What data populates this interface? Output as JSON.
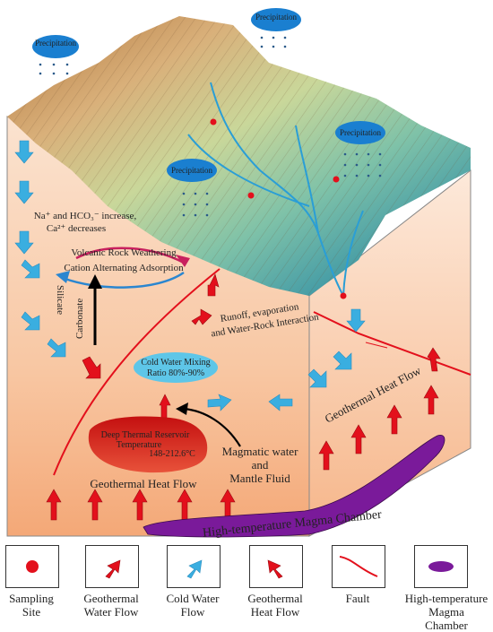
{
  "precipitation": [
    "Precipitation",
    "Precipitation",
    "Precipitation",
    "Precipitation"
  ],
  "labels": {
    "ion_change_line1": "Na⁺ and HCO₃⁻ increase,",
    "ion_change_line2": "Ca²⁺ decreases",
    "weathering": "Volcanic Rock Weathering",
    "adsorption": "Cation Alternating Adsorption",
    "carbonate": "Carbonate",
    "silicate": "Silicate",
    "runoff_line1": "Runoff, evaporation",
    "runoff_line2": "and Water-Rock Interaction",
    "mixing_line1": "Cold Water Mixing",
    "mixing_line2": "Ratio 80%-90%",
    "reservoir_line1": "Deep Thermal Reservoir",
    "reservoir_line2": "Temperature",
    "reservoir_line3": "148-212.6°C",
    "magmatic_line1": "Magmatic water",
    "magmatic_line2": "and",
    "magmatic_line3": "Mantle Fluid",
    "heat_flow_left": "Geothermal Heat Flow",
    "heat_flow_right": "Geothermal Heat Flow",
    "magma_chamber": "High-temperature  Magma Chamber"
  },
  "legend": [
    {
      "icon": "sampling-site-icon",
      "line1": "Sampling",
      "line2": "Site",
      "line3": ""
    },
    {
      "icon": "geothermal-water-flow-icon",
      "line1": "Geothermal",
      "line2": "Water Flow",
      "line3": ""
    },
    {
      "icon": "cold-water-flow-icon",
      "line1": "Cold Water",
      "line2": "Flow",
      "line3": ""
    },
    {
      "icon": "geothermal-heat-flow-icon",
      "line1": "Geothermal",
      "line2": "Heat Flow",
      "line3": ""
    },
    {
      "icon": "fault-icon",
      "line1": "Fault",
      "line2": "",
      "line3": ""
    },
    {
      "icon": "magma-chamber-icon",
      "line1": "High-temperature",
      "line2": "Magma",
      "line3": "Chamber"
    }
  ],
  "colors": {
    "cold_water": "#3aaee0",
    "geothermal": "#e3101c",
    "magma": "#7a1a9a",
    "reservoir": "#e0281c",
    "mixing": "#5ec6e8",
    "block_face": "#f7c9a6",
    "precipitation": "#1a7fd0"
  }
}
